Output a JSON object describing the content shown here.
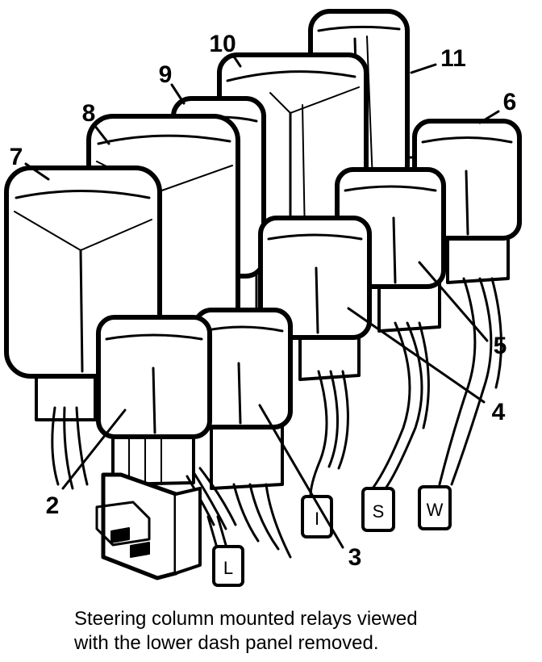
{
  "relay_labels": [
    "2",
    "3",
    "4",
    "5",
    "6",
    "7",
    "8",
    "9",
    "10",
    "11"
  ],
  "connector_labels": [
    "L",
    "I",
    "S",
    "W"
  ],
  "caption": {
    "line1": "Steering column mounted relays viewed",
    "line2": "with the lower dash panel removed."
  }
}
